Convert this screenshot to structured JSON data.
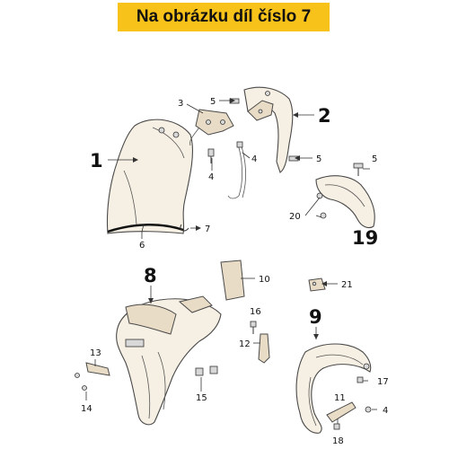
{
  "banner": {
    "title": "Na obrázku díl číslo 7",
    "background": "#f7c21a"
  },
  "callouts": {
    "p1": "1",
    "p2": "2",
    "p3": "3",
    "p4a": "4",
    "p4b": "4",
    "p4c": "4",
    "p5a": "5",
    "p5b": "5",
    "p5c": "5",
    "p6": "6",
    "p7": "7",
    "p8": "8",
    "p9": "9",
    "p10": "10",
    "p11": "11",
    "p12": "12",
    "p13": "13",
    "p14": "14",
    "p15": "15",
    "p16": "16",
    "p17": "17",
    "p18": "18",
    "p19": "19",
    "p20": "20",
    "p21": "21"
  }
}
